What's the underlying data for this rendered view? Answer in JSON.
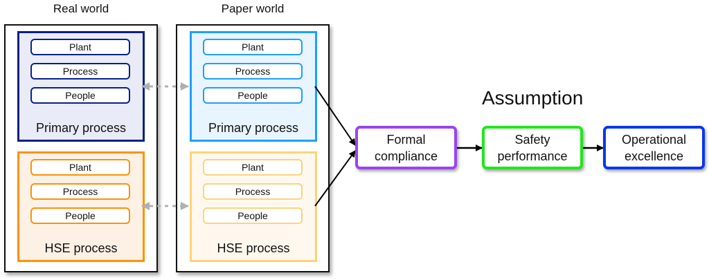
{
  "real_world": {
    "title": "Real world",
    "primary": {
      "label": "Primary process",
      "items": [
        "Plant",
        "Process",
        "People"
      ],
      "border": "#0a1e8c",
      "fill": "#e9ecf7"
    },
    "hse": {
      "label": "HSE process",
      "items": [
        "Plant",
        "Process",
        "People"
      ],
      "border": "#ff9100",
      "fill": "#fdf1e6"
    }
  },
  "paper_world": {
    "title": "Paper world",
    "primary": {
      "label": "Primary process",
      "items": [
        "Plant",
        "Process",
        "People"
      ],
      "border": "#1aa0ff",
      "fill": "#e8f4fe"
    },
    "hse": {
      "label": "HSE process",
      "items": [
        "Plant",
        "Process",
        "People"
      ],
      "border": "#ffd27a",
      "fill": "#fef8ee"
    }
  },
  "assumption_label": "Assumption",
  "flow": [
    {
      "line1": "Formal",
      "line2": "compliance",
      "border": "#9a44f0"
    },
    {
      "line1": "Safety",
      "line2": "performance",
      "border": "#22e61c"
    },
    {
      "line1": "Operational",
      "line2": "excellence",
      "border": "#0a36f0"
    }
  ]
}
